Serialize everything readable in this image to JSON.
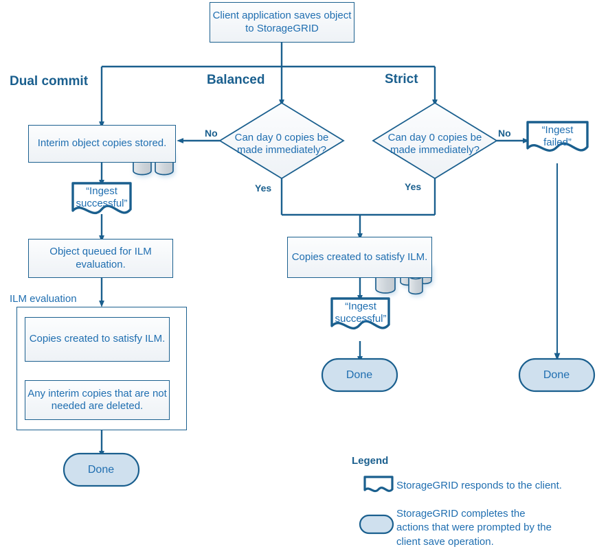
{
  "diagram": {
    "title": "StorageGRID object ingest behavior flowchart",
    "colors": {
      "line": "#1a5f8e",
      "text": "#1f6eb0",
      "process_fill_top": "#fcfdfe",
      "process_fill_bottom": "#eef2f6",
      "terminator_fill": "#cfe0ee",
      "cylinder_fill": "#d2d8de",
      "background": "#ffffff"
    }
  },
  "start": {
    "label": "Client application saves object to StorageGRID"
  },
  "columns": [
    {
      "id": "dual-commit",
      "label": "Dual commit"
    },
    {
      "id": "balanced",
      "label": "Balanced"
    },
    {
      "id": "strict",
      "label": "Strict"
    }
  ],
  "decisions": {
    "balanced": {
      "question": "Can  day 0 copies be made immediately?",
      "question_line1": "Can  day 0 copies be",
      "question_line2": "made immediately?",
      "yes_label": "Yes",
      "no_label": "No"
    },
    "strict": {
      "question": "Can  day 0 copies be made immediately?",
      "question_line1": "Can  day 0 copies be",
      "question_line2": "made immediately?",
      "yes_label": "Yes",
      "no_label": "No"
    }
  },
  "nodes": {
    "interim_copies": {
      "label": "Interim object copies stored."
    },
    "ingest_successful_left": {
      "line1": "“Ingest",
      "line2": "successful”"
    },
    "object_queued": {
      "label": "Object queued for ILM evaluation."
    },
    "ilm_group_label": "ILM evaluation",
    "copies_created_left": {
      "label": "Copies created to satisfy ILM."
    },
    "interim_deleted": {
      "label": "Any interim copies that are not needed are deleted."
    },
    "done_left": {
      "label": "Done"
    },
    "copies_created_mid": {
      "label": "Copies created to satisfy ILM."
    },
    "ingest_successful_mid": {
      "line1": "“Ingest",
      "line2": "successful”"
    },
    "done_mid": {
      "label": "Done"
    },
    "ingest_failed": {
      "line1": "“Ingest",
      "line2": "failed”"
    },
    "done_right": {
      "label": "Done"
    }
  },
  "legend": {
    "title": "Legend",
    "items": [
      {
        "shape": "document-shape",
        "text": "StorageGRID responds to the client."
      },
      {
        "shape": "terminator-shape",
        "text": "StorageGRID completes the actions that were prompted by the client save operation."
      }
    ]
  }
}
